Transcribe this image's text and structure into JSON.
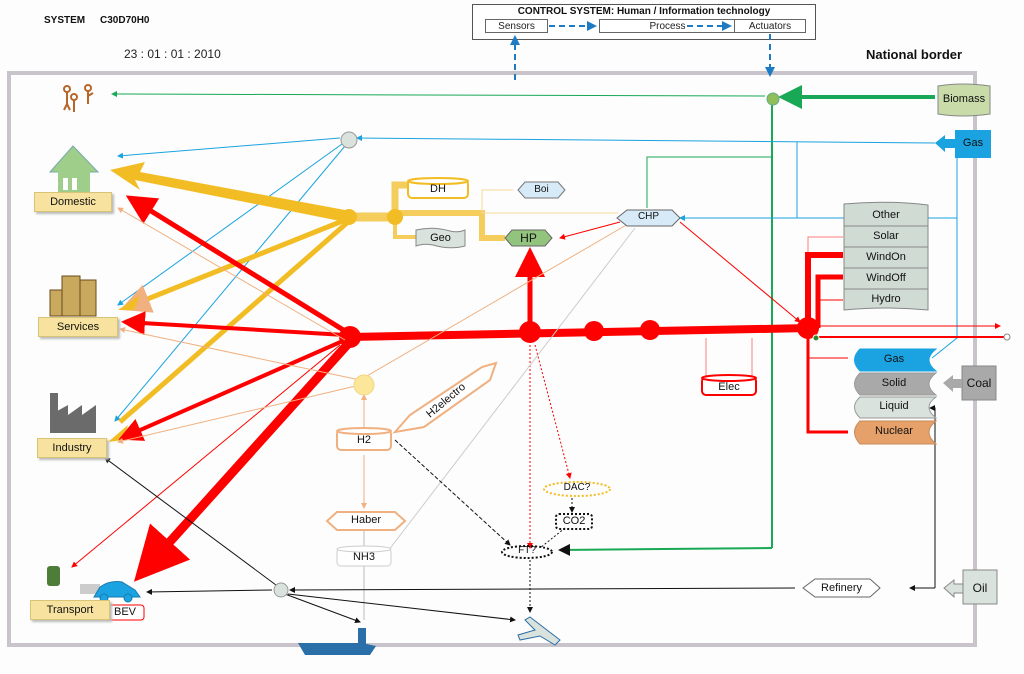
{
  "header": {
    "system_label": "SYSTEM",
    "system_code": "C30D70H0",
    "date": "23 : 01 : 01 : 2010"
  },
  "control_system": {
    "title": "CONTROL SYSTEM: Human / Information technology",
    "sensors": "Sensors",
    "process": "Process",
    "actuators": "Actuators"
  },
  "national_border": "National border",
  "demand": {
    "domestic": "Domestic",
    "services": "Services",
    "industry": "Industry",
    "transport": "Transport",
    "bev": "BEV"
  },
  "supply": {
    "biomass": "Biomass",
    "gas_import": "Gas",
    "coal": "Coal",
    "oil": "Oil",
    "refinery": "Refinery"
  },
  "renewables": [
    "Other",
    "Solar",
    "WindOn",
    "WindOff",
    "Hydro"
  ],
  "fuels": [
    {
      "label": "Gas",
      "color": "#1aa3e0"
    },
    {
      "label": "Solid",
      "color": "#a9a9a9"
    },
    {
      "label": "Liquid",
      "color": "#d9e2dc"
    },
    {
      "label": "Nuclear",
      "color": "#e6a06a"
    }
  ],
  "conversion": {
    "dh": "DH",
    "boi": "Boi",
    "geo": "Geo",
    "hp": "HP",
    "chp": "CHP",
    "h2electro": "H2electro",
    "h2": "H2",
    "haber": "Haber",
    "nh3": "NH3",
    "dac": "DAC?",
    "co2": "CO2",
    "ft": "FT?",
    "elec": "Elec"
  },
  "colors": {
    "electricity": "#ff0000",
    "heat": "#f2bd24",
    "gas": "#1aa3e0",
    "biomass": "#19a855",
    "hydrogen": "#f0b080",
    "control": "#1f7ac4",
    "border": "#c9c3cc"
  }
}
